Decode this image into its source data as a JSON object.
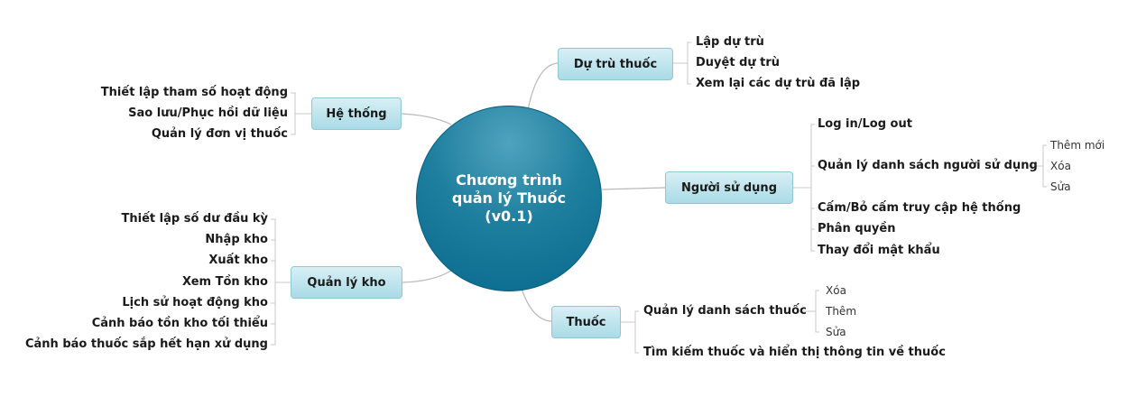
{
  "center": {
    "label": "Chương trình quản lý Thuốc (v0.1)"
  },
  "branches": {
    "du_tru": {
      "label": "Dự trù thuốc",
      "items": [
        "Lập dự trù",
        "Duyệt dự trù",
        "Xem lại các dự trù đã lập"
      ]
    },
    "he_thong": {
      "label": "Hệ thống",
      "items": [
        "Thiết lập tham số hoạt động",
        "Sao lưu/Phục hồi dữ liệu",
        "Quản lý đơn vị thuốc"
      ]
    },
    "nguoi_dung": {
      "label": "Người sử dụng",
      "items": [
        "Log in/Log out",
        "Quản lý danh sách người sử dụng",
        "Cấm/Bỏ cấm truy cập hệ thống",
        "Phân quyền",
        "Thay đổi mật khẩu"
      ],
      "sub_items": [
        "Thêm mới",
        "Xóa",
        "Sửa"
      ]
    },
    "kho": {
      "label": "Quản lý kho",
      "items": [
        "Thiết lập số dư đầu kỳ",
        "Nhập kho",
        "Xuất kho",
        "Xem Tồn kho",
        "Lịch sử hoạt động kho",
        "Cảnh báo tồn kho tối thiểu",
        "Cảnh báo thuốc sắp hết hạn xử dụng"
      ]
    },
    "thuoc": {
      "label": "Thuốc",
      "items": [
        "Quản lý danh sách thuốc",
        "Tìm kiếm thuốc và hiển thị thông tin về thuốc"
      ],
      "sub_items": [
        "Xóa",
        "Thêm",
        "Sửa"
      ]
    }
  }
}
